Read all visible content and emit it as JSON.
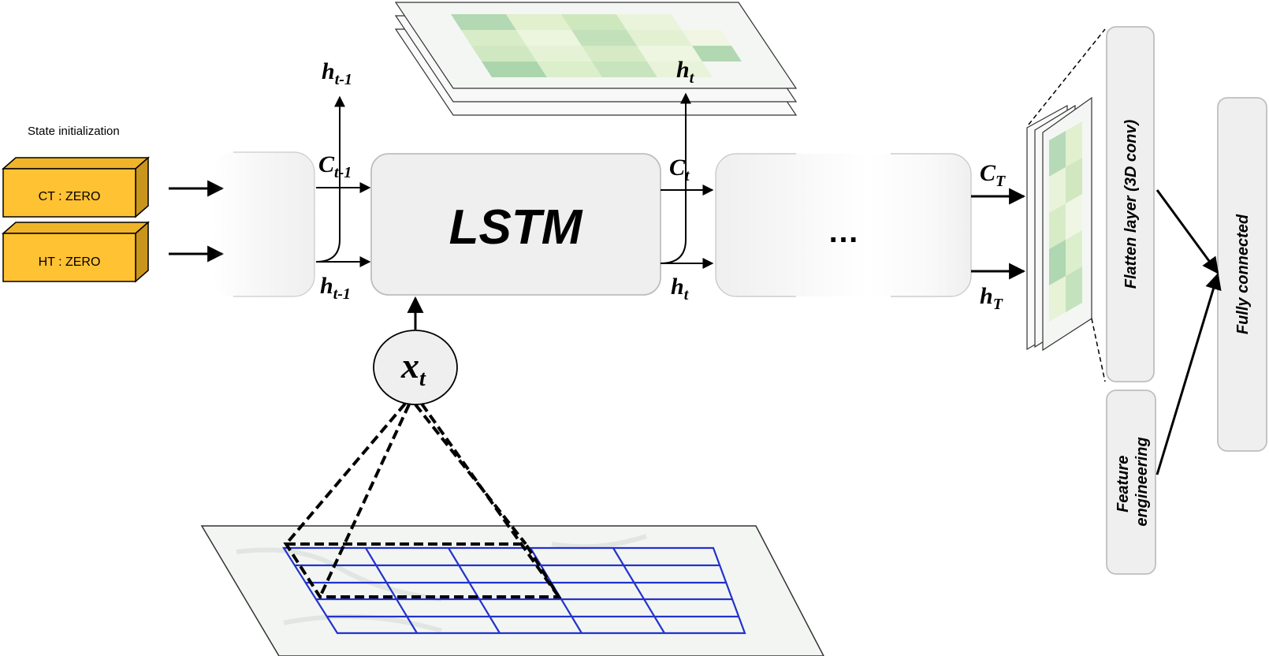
{
  "state_init": {
    "title": "State initialization",
    "ct_label": "CT : ZERO",
    "ht_label": "HT : ZERO"
  },
  "lstm": {
    "label": "LSTM",
    "c_prev": "C",
    "c_prev_sub": "t-1",
    "h_prev_in": "h",
    "h_prev_in_sub": "t-1",
    "h_prev_out": "h",
    "h_prev_out_sub": "t-1",
    "c_cur": "C",
    "c_cur_sub": "t",
    "h_cur": "h",
    "h_cur_sub": "t",
    "h_cur_out": "h",
    "h_cur_out_sub": "t",
    "x_in": "x",
    "x_in_sub": "t",
    "ellipsis": "…",
    "c_final": "C",
    "c_final_sub": "T",
    "h_final": "h",
    "h_final_sub": "T"
  },
  "head": {
    "flatten_label": "Flatten layer (3D conv)",
    "feature_label_line1": "Feature",
    "feature_label_line2": "engineering",
    "fc_label": "Fully connected"
  },
  "colors": {
    "state_box_fill": "#FFC233",
    "state_box_side": "#C9951C",
    "state_box_top": "#F0B429",
    "cell_fill": "#EFEFEF",
    "cell_stroke": "#BFBFBF",
    "grid_blue": "#2233CC",
    "heat_dark": "#7FB98E",
    "heat_light": "#E8F3D6"
  }
}
